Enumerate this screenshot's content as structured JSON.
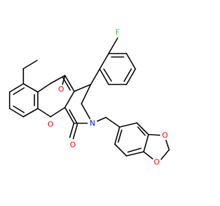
{
  "colors": {
    "bond": "#000000",
    "oxygen": "#ff0000",
    "nitrogen": "#0000ff",
    "fluorine": "#33cc33"
  },
  "atoms": {
    "fluorine": "F",
    "ketone_oxygen": "O",
    "ring_oxygen": "O",
    "lactam_oxygen": "O",
    "nitrogen": "N",
    "dioxole_oxygen_top": "O",
    "dioxole_oxygen_bottom": "O"
  }
}
